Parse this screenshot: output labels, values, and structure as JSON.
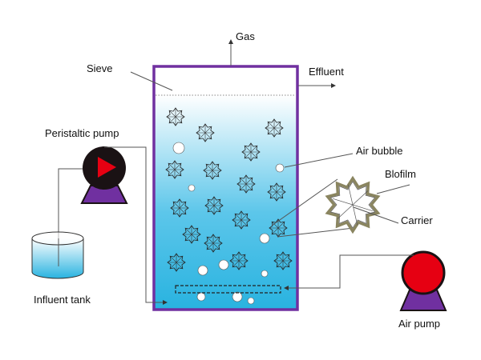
{
  "labels": {
    "gas": "Gas",
    "effluent": "Effluent",
    "sieve": "Sieve",
    "peristaltic_pump": "Peristaltic pump",
    "air_bubble": "Air bubble",
    "biofilm": "Blofilm",
    "carrier": "Carrier",
    "influent_tank": "Influent tank",
    "air_pump": "Air pump"
  },
  "colors": {
    "reactor_wall": "#7030a0",
    "water_top": "#ffffff",
    "water_bottom": "#29b3e0",
    "pump_body": "#1a1214",
    "pump_base": "#7030a0",
    "pump_arrow": "#e60012",
    "air_pump_body": "#e60012",
    "biofilm": "#8a8560"
  }
}
